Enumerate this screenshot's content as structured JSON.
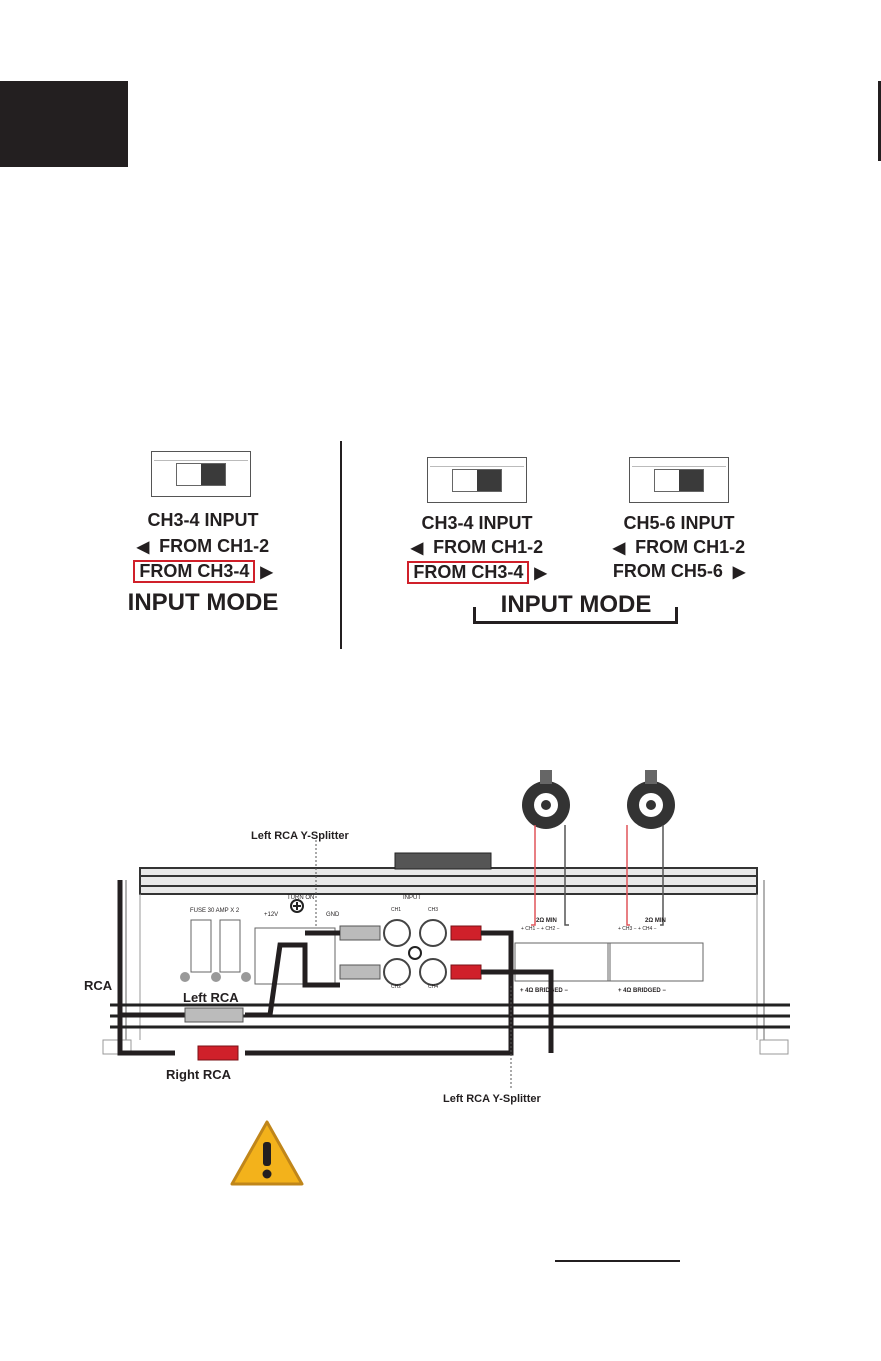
{
  "switch_panels": [
    {
      "title": "CH3-4 INPUT",
      "option_left": "FROM CH1-2",
      "option_right": "FROM CH3-4"
    },
    {
      "title": "CH3-4 INPUT",
      "option_left": "FROM CH1-2",
      "option_right": "FROM CH3-4"
    },
    {
      "title": "CH5-6 INPUT",
      "option_left": "FROM CH1-2",
      "option_right": "FROM CH5-6"
    }
  ],
  "input_mode_label": "INPUT MODE",
  "arrow_left": "◀",
  "arrow_right": "▶",
  "wiring": {
    "rca": "RCA",
    "left_rca": "Left RCA",
    "right_rca": "Right RCA",
    "splitter_top": "Left RCA Y-Splitter",
    "splitter_bottom": "Left RCA Y-Splitter",
    "fuse": "FUSE 30 AMP X 2",
    "plus12": "+12V",
    "turn_on": "TURN ON",
    "gnd": "GND",
    "input": "INPUT",
    "ch1": "CH1",
    "ch2": "CH2",
    "ch3": "CH3",
    "ch4": "CH4",
    "min_left": "2Ω MIN",
    "min_right": "2Ω MIN",
    "ch_left": "+ CH1 −   + CH2 −",
    "ch_right": "+ CH3 −   + CH4 −",
    "bridged_left": "+  4Ω BRIDGED  −",
    "bridged_right": "+  4Ω BRIDGED  −"
  },
  "colors": {
    "accent_red": "#d0202a",
    "dark": "#231f20",
    "warning": "#f3b21b"
  },
  "icons": {
    "warning": "warning-triangle-icon",
    "speaker": "speaker-icon"
  }
}
